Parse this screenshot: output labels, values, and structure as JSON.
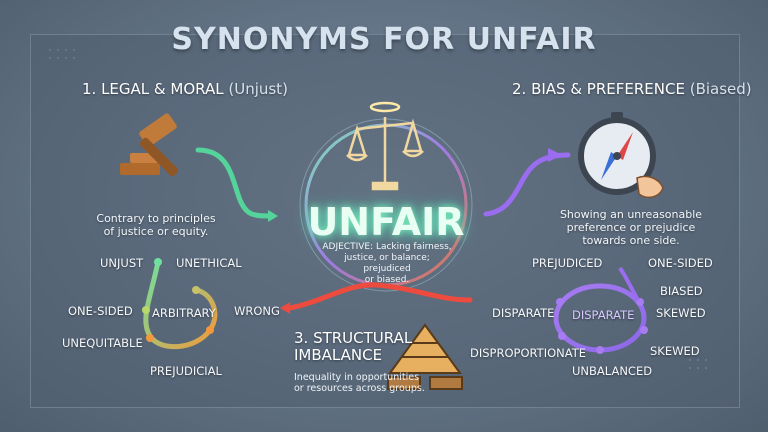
{
  "title": "SYNONYMS FOR UNFAIR",
  "section1": {
    "heading": "1. LEGAL & MORAL",
    "heading_sub": "(Unjust)",
    "description": [
      "Contrary to principles",
      "of justice or equity."
    ],
    "words": [
      "UNJUST",
      "UNETHICAL",
      "ONE-SIDED",
      "ARBITRARY",
      "WRONG",
      "UNEQUITABLE",
      "PREJUDICIAL"
    ]
  },
  "section2": {
    "heading": "2. BIAS & PREFERENCE",
    "heading_sub": "(Biased)",
    "description": [
      "Showing an unreasonable",
      "preference or prejudice",
      "towards one side."
    ],
    "words": [
      "PREJUDICED",
      "ONE-SIDED",
      "BIASED",
      "DISPARATE",
      "DISPARATE",
      "SKEWED",
      "DISPROPORTIONATE",
      "SKEWED",
      "UNBALANCED"
    ]
  },
  "center": {
    "word": "UNFAIR",
    "definition": [
      "ADJECTIVE: Lacking fairness,",
      "justice, or balance; prejudiced",
      "or biased."
    ]
  },
  "section3": {
    "heading": [
      "3. STRUCTURAL",
      "IMBALANCE"
    ],
    "description": [
      "Inequality in opportunities",
      "or resources across groups."
    ]
  },
  "icons": [
    "gavel-icon",
    "scales-icon",
    "compass-icon",
    "pyramid-icon"
  ],
  "colors": {
    "green": "#54d39a",
    "purple": "#9a6cf0",
    "orange": "#f39a3c",
    "red": "#ee4b3f",
    "teal": "#5fd6c8"
  }
}
